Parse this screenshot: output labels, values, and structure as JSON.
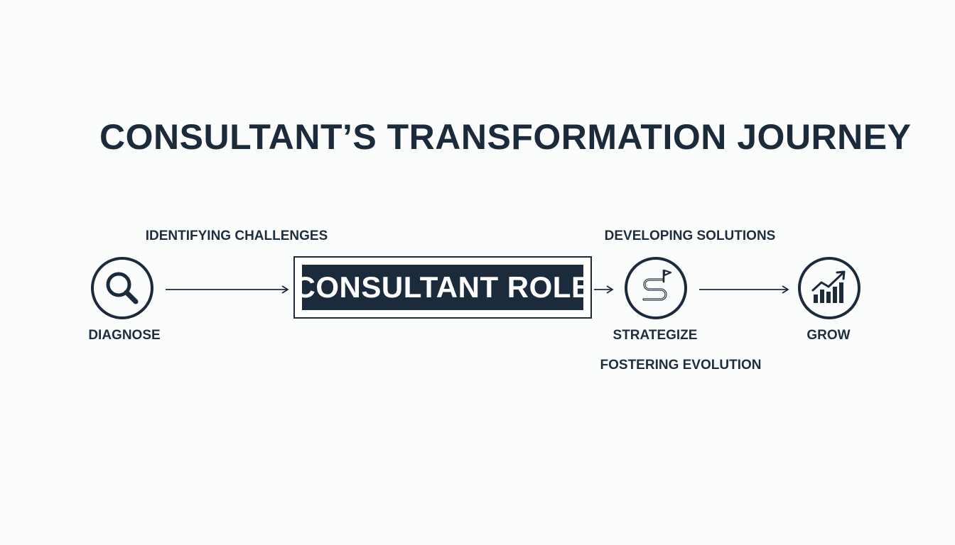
{
  "title": "CONSULTANT’S TRANSFORMATION JOURNEY",
  "center_box": {
    "label": "CONSULTANT ROLE"
  },
  "stages": [
    {
      "name": "DIAGNOSE",
      "icon": "magnifier-icon"
    },
    {
      "name": "STRATEGIZE",
      "icon": "winding-path-flag-icon"
    },
    {
      "name": "GROW",
      "icon": "growth-chart-icon"
    }
  ],
  "annotations": {
    "identifying": "IDENTIFYING CHALLENGES",
    "developing": "DEVELOPING SOLUTIONS",
    "fostering": "FOSTERING EVOLUTION"
  },
  "colors": {
    "primary": "#1c2b3c",
    "background": "#fbfcfc",
    "box_text": "#ffffff"
  }
}
